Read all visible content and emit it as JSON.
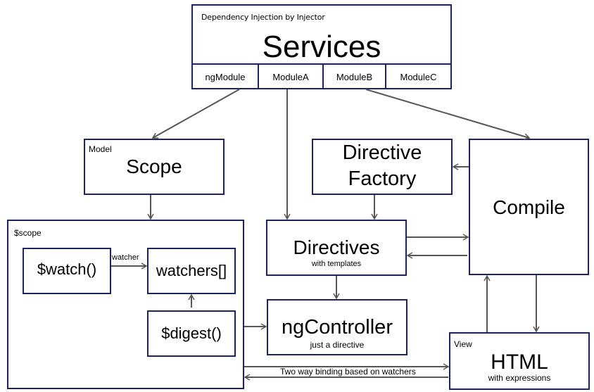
{
  "services": {
    "caption": "Dependency Injection by Injector",
    "title": "Services",
    "modules": [
      "ngModule",
      "ModuleA",
      "ModuleB",
      "ModuleC"
    ]
  },
  "scope": {
    "caption": "Model",
    "title": "Scope"
  },
  "directive_factory": {
    "line1": "Directive",
    "line2": "Factory"
  },
  "compile": {
    "title": "Compile"
  },
  "scope_container": {
    "caption": "$scope",
    "watch": "$watch()",
    "watchers": "watchers[]",
    "digest": "$digest()",
    "watcher_label": "watcher"
  },
  "directives": {
    "title": "Directives",
    "subtitle": "with templates"
  },
  "ngcontroller": {
    "title": "ngController",
    "subtitle": "just a directive"
  },
  "html_view": {
    "caption": "View",
    "title": "HTML",
    "subtitle": "with expressions"
  },
  "binding_label": "Two way binding based on watchers",
  "colors": {
    "box_border": "#1f2362",
    "arrow": "#555555"
  }
}
